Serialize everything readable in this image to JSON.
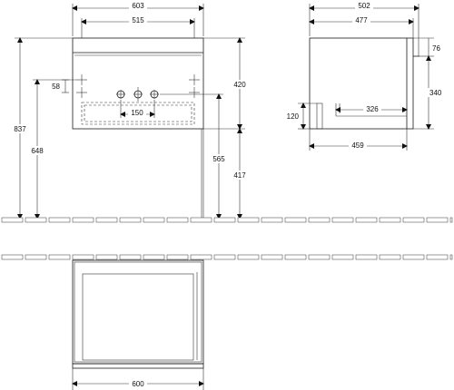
{
  "front_view": {
    "width_total": "603",
    "width_inner": "515",
    "height_body": "420",
    "height_total": "837",
    "height_648": "648",
    "offset_58": "58",
    "tap_spacing": "150",
    "height_565": "565",
    "height_417": "417"
  },
  "side_view": {
    "depth_total": "502",
    "depth_inner": "477",
    "top_76": "76",
    "height_340": "340",
    "height_120": "120",
    "depth_326": "326",
    "depth_459": "459"
  },
  "plan_view": {
    "width": "600"
  },
  "colors": {
    "line": "#1a1a1a",
    "tile_border": "#555555",
    "background": "#ffffff"
  }
}
